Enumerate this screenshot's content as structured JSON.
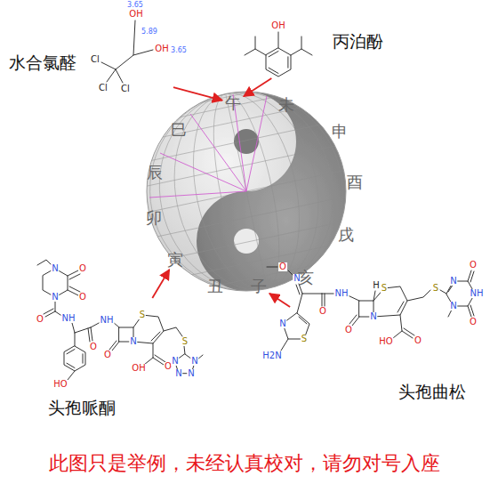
{
  "diagram": {
    "nodes": [
      {
        "text": [
          "水合氯醛"
        ]
      },
      {
        "text": [
          "丙泊酚"
        ]
      },
      {
        "text": [
          "午"
        ]
      },
      {
        "text": [
          "未"
        ]
      },
      {
        "text": [
          "申"
        ]
      },
      {
        "text": [
          "酉"
        ]
      },
      {
        "text": [
          "戌"
        ]
      },
      {
        "text": [
          "亥"
        ]
      },
      {
        "text": [
          "子"
        ]
      },
      {
        "text": [
          "丑"
        ]
      },
      {
        "text": [
          "寅"
        ]
      },
      {
        "text": [
          "卯"
        ]
      },
      {
        "text": [
          "辰"
        ]
      },
      {
        "text": [
          "巳"
        ]
      },
      {
        "text": [
          "头孢哌酮"
        ]
      },
      {
        "text": [
          "头孢曲松"
        ]
      }
    ],
    "edges": [
      {
        "from": 0,
        "to": 2,
        "arrow": "to"
      },
      {
        "from": 1,
        "to": 2,
        "arrow": "to"
      },
      {
        "from": 14,
        "to": 10,
        "arrow": "to"
      },
      {
        "from": 15,
        "to": 8,
        "arrow": "to"
      }
    ],
    "labels": [
      "3.65",
      "OH",
      "5.89",
      "OH",
      "3.65",
      "Cl",
      "Cl",
      "Cl",
      "OH",
      "N",
      "O",
      "O",
      "N",
      "O",
      "NH",
      "HO",
      "O",
      "NH",
      "N",
      "O",
      "S",
      "O",
      "OH",
      "S",
      "N",
      "N",
      "N",
      "N",
      "O",
      "N",
      "S",
      "N",
      "H2N",
      "O",
      "NH",
      "N",
      "O",
      "H",
      "S",
      "O",
      "HO",
      "S",
      "N",
      "O",
      "NH",
      "O",
      "N",
      "此图只是举例，未经认真校对，请勿对号入座"
    ]
  }
}
